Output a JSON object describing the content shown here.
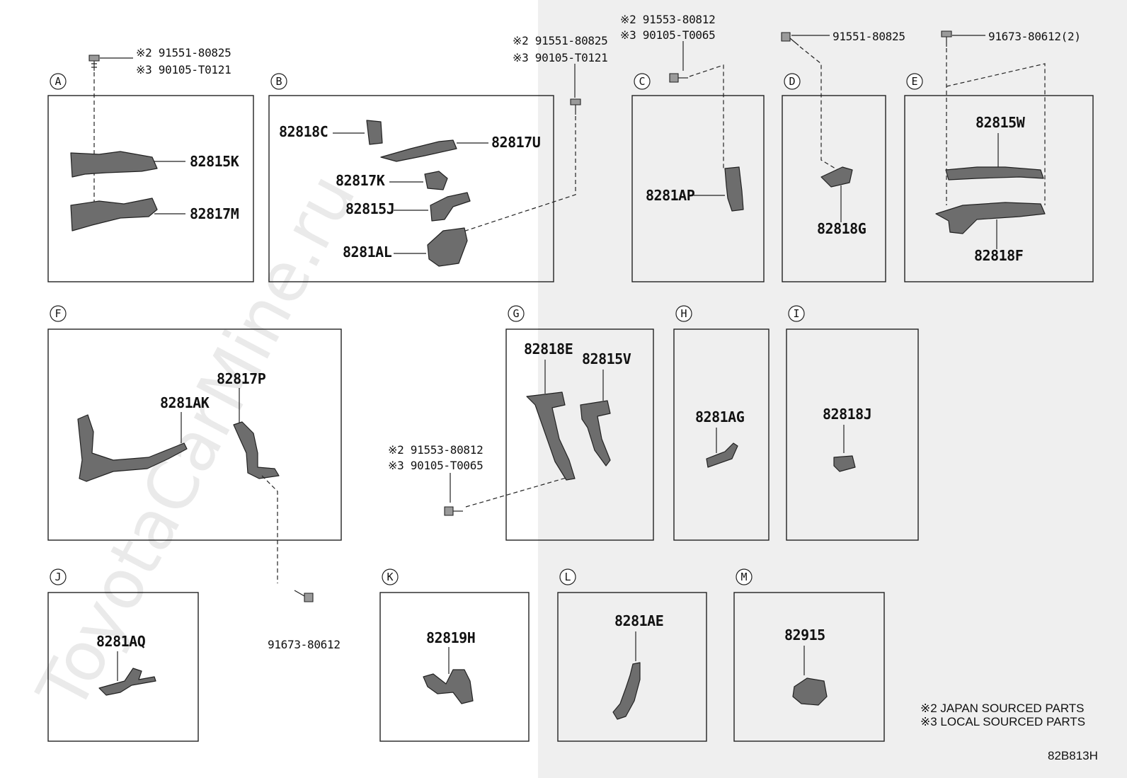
{
  "watermark": "ToyotaCarMine.ru",
  "sections": [
    {
      "id": "A",
      "parts": [
        "82815K",
        "82817M"
      ],
      "bolt": [
        "※2 91551-80825",
        "※3 90105-T0121"
      ]
    },
    {
      "id": "B",
      "parts": [
        "82818C",
        "82817U",
        "82817K",
        "82815J",
        "8281AL"
      ],
      "bolt": [
        "※2 91551-80825",
        "※3 90105-T0121"
      ]
    },
    {
      "id": "C",
      "parts": [
        "8281AP"
      ],
      "bolt": [
        "※2 91553-80812",
        "※3 90105-T0065"
      ]
    },
    {
      "id": "D",
      "parts": [
        "82818G"
      ],
      "bolt": [
        "91551-80825"
      ]
    },
    {
      "id": "E",
      "parts": [
        "82815W",
        "82818F"
      ],
      "bolt": [
        "91673-80612(2)"
      ]
    },
    {
      "id": "F",
      "parts": [
        "8281AK",
        "82817P"
      ],
      "bolt": [
        "91673-80612"
      ]
    },
    {
      "id": "G",
      "parts": [
        "82818E",
        "82815V"
      ],
      "bolt": [
        "※2 91553-80812",
        "※3 90105-T0065"
      ]
    },
    {
      "id": "H",
      "parts": [
        "8281AG"
      ]
    },
    {
      "id": "I",
      "parts": [
        "82818J"
      ]
    },
    {
      "id": "J",
      "parts": [
        "8281AQ"
      ]
    },
    {
      "id": "K",
      "parts": [
        "82819H"
      ]
    },
    {
      "id": "L",
      "parts": [
        "8281AE"
      ]
    },
    {
      "id": "M",
      "parts": [
        "82915"
      ]
    }
  ],
  "notes": [
    "※2 JAPAN SOURCED PARTS",
    "※3 LOCAL SOURCED PARTS"
  ],
  "diagram_code": "82B813H"
}
